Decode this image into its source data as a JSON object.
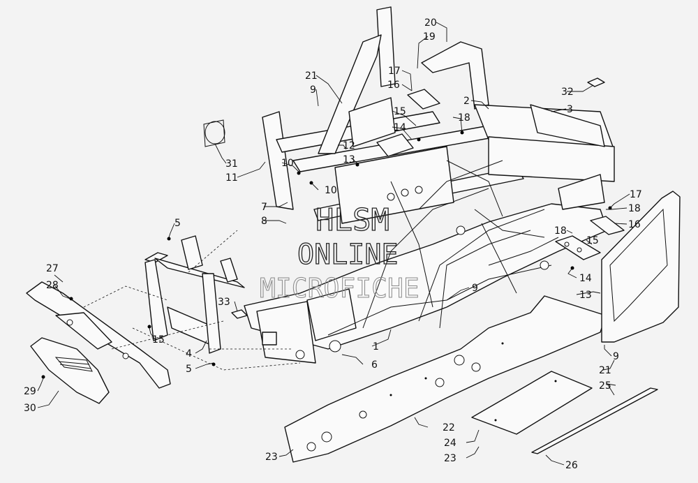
{
  "watermark": {
    "line1": "HLSM",
    "line2": "ONLINE",
    "line3": "MICROFICHE"
  },
  "callouts": [
    {
      "id": "c20",
      "text": "20"
    },
    {
      "id": "c19",
      "text": "19"
    },
    {
      "id": "c17a",
      "text": "17"
    },
    {
      "id": "c16a",
      "text": "16"
    },
    {
      "id": "c21a",
      "text": "21"
    },
    {
      "id": "c9a",
      "text": "9"
    },
    {
      "id": "c2",
      "text": "2"
    },
    {
      "id": "c32",
      "text": "32"
    },
    {
      "id": "c3",
      "text": "3"
    },
    {
      "id": "c15a",
      "text": "15"
    },
    {
      "id": "c18a",
      "text": "18"
    },
    {
      "id": "c14a",
      "text": "14"
    },
    {
      "id": "c12",
      "text": "12"
    },
    {
      "id": "c13a",
      "text": "13"
    },
    {
      "id": "c31",
      "text": "31"
    },
    {
      "id": "c11",
      "text": "11"
    },
    {
      "id": "c10a",
      "text": "10"
    },
    {
      "id": "c10b",
      "text": "10"
    },
    {
      "id": "c7",
      "text": "7"
    },
    {
      "id": "c8",
      "text": "8"
    },
    {
      "id": "c5a",
      "text": "5"
    },
    {
      "id": "c17b",
      "text": "17"
    },
    {
      "id": "c18b",
      "text": "18"
    },
    {
      "id": "c16b",
      "text": "16"
    },
    {
      "id": "c18c",
      "text": "18"
    },
    {
      "id": "c15b",
      "text": "15"
    },
    {
      "id": "c27",
      "text": "27"
    },
    {
      "id": "c28",
      "text": "28"
    },
    {
      "id": "c33",
      "text": "33"
    },
    {
      "id": "c9b",
      "text": "9"
    },
    {
      "id": "c14b",
      "text": "14"
    },
    {
      "id": "c13b",
      "text": "13"
    },
    {
      "id": "c15c",
      "text": "15"
    },
    {
      "id": "c4",
      "text": "4"
    },
    {
      "id": "c5b",
      "text": "5"
    },
    {
      "id": "c1",
      "text": "1"
    },
    {
      "id": "c6",
      "text": "6"
    },
    {
      "id": "c9c",
      "text": "9"
    },
    {
      "id": "c21b",
      "text": "21"
    },
    {
      "id": "c25",
      "text": "25"
    },
    {
      "id": "c29",
      "text": "29"
    },
    {
      "id": "c30",
      "text": "30"
    },
    {
      "id": "c22",
      "text": "22"
    },
    {
      "id": "c24",
      "text": "24"
    },
    {
      "id": "c23a",
      "text": "23"
    },
    {
      "id": "c23b",
      "text": "23"
    },
    {
      "id": "c26",
      "text": "26"
    }
  ]
}
